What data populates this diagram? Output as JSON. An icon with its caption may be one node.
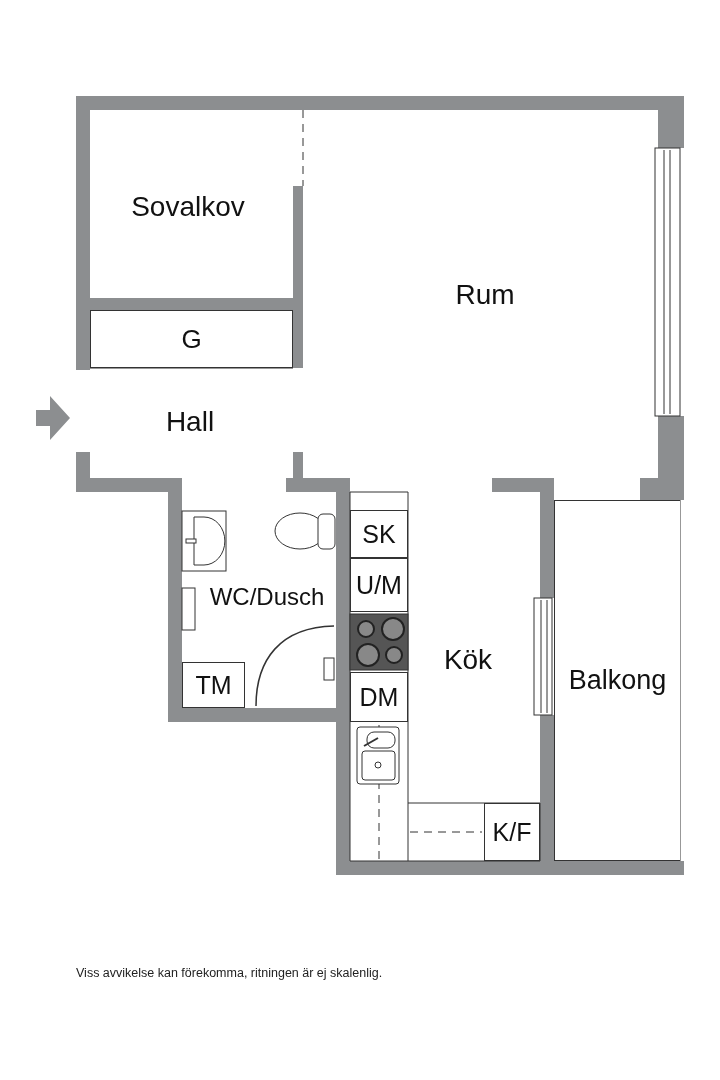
{
  "diagram": {
    "caption": "Viss avvikelse kan förekomma, ritningen är ej skalenlig.",
    "nodes": [
      {
        "text": [
          "G"
        ]
      },
      {
        "text": [
          "SK"
        ]
      },
      {
        "text": [
          "U/M"
        ]
      },
      {
        "text": [
          "Balkong"
        ]
      },
      {
        "text": [
          "TM"
        ]
      },
      {
        "text": [
          "DM"
        ]
      },
      {
        "text": [
          "K/F"
        ]
      }
    ],
    "labels": [
      "Sovalkov",
      "Rum",
      "Hall",
      "WC/Dusch",
      "Kök"
    ]
  }
}
